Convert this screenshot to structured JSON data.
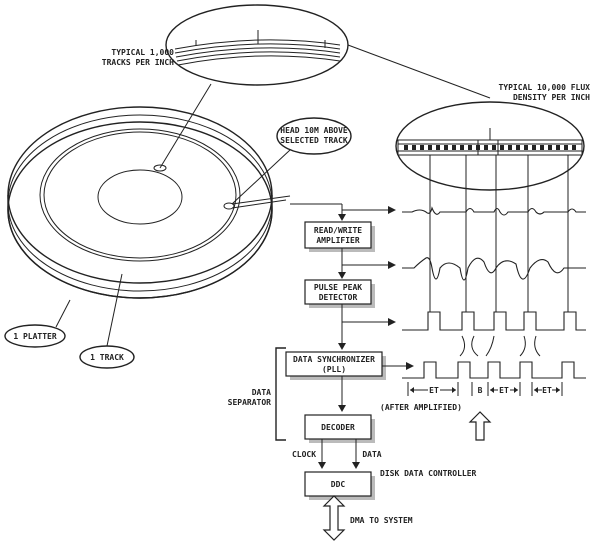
{
  "labels": {
    "tracks_per_inch": [
      "TYPICAL 1,000",
      "TRACKS PER INCH"
    ],
    "flux_density": [
      "TYPICAL 10,000 FLUX",
      "DENSITY PER INCH"
    ],
    "head_above": [
      "HEAD 10μ ABOVE",
      "SELECTED TRACK"
    ],
    "platter": "1 PLATTER",
    "track": "1 TRACK",
    "data_separator": [
      "DATA",
      "SEPARATOR"
    ],
    "clock": "CLOCK",
    "data": "DATA",
    "disk_data_controller": "DISK DATA CONTROLLER",
    "dma_to_system": "DMA TO SYSTEM",
    "after_amplified": "(AFTER AMPLIFIED)",
    "timing_et": "ET",
    "timing_b": "B"
  },
  "blocks": {
    "read_write_amplifier": [
      "READ/WRITE",
      "AMPLIFIER"
    ],
    "pulse_peak_detector": [
      "PULSE PEAK",
      "DETECTOR"
    ],
    "data_synchronizer": [
      "DATA SYNCHRONIZER",
      "(PLL)"
    ],
    "decoder": "DECODER",
    "ddc": "DDC"
  }
}
